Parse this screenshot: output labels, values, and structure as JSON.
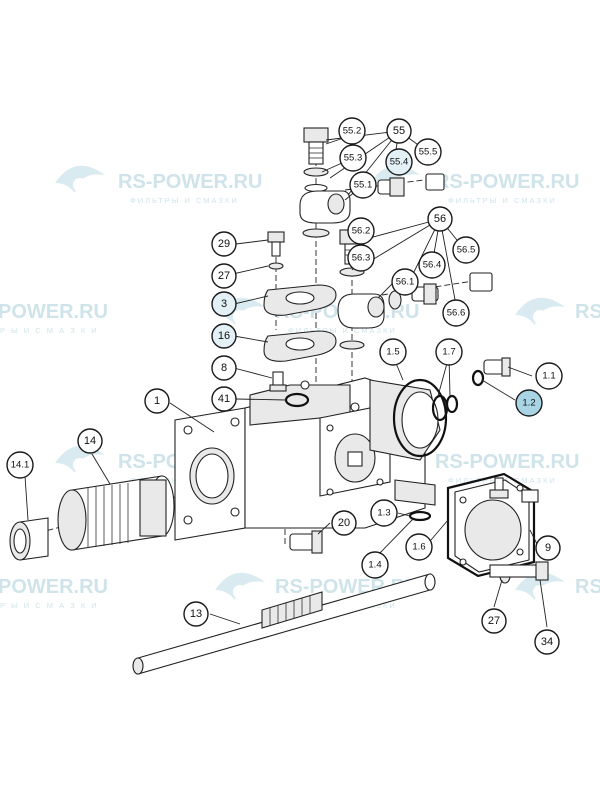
{
  "brand": {
    "name": "RS-POWER.RU",
    "partial_name": "POWER.RU",
    "tagline": "ФИЛЬТРЫ И СМАЗКИ",
    "partial_tagline": "Р Ы  И  С М А З К И",
    "accent_color": "#cfe4ea"
  },
  "highlight_color": "#a9d4e4",
  "callouts": [
    {
      "id": "55.2",
      "label": "55.2"
    },
    {
      "id": "55",
      "label": "55"
    },
    {
      "id": "55.3",
      "label": "55.3"
    },
    {
      "id": "55.4",
      "label": "55.4"
    },
    {
      "id": "55.5",
      "label": "55.5"
    },
    {
      "id": "55.1",
      "label": "55.1"
    },
    {
      "id": "56",
      "label": "56"
    },
    {
      "id": "56.2",
      "label": "56.2"
    },
    {
      "id": "56.3",
      "label": "56.3"
    },
    {
      "id": "56.5",
      "label": "56.5"
    },
    {
      "id": "56.4",
      "label": "56.4"
    },
    {
      "id": "56.1",
      "label": "56.1"
    },
    {
      "id": "56.6",
      "label": "56.6"
    },
    {
      "id": "29",
      "label": "29"
    },
    {
      "id": "27a",
      "label": "27"
    },
    {
      "id": "3",
      "label": "3"
    },
    {
      "id": "16",
      "label": "16"
    },
    {
      "id": "8",
      "label": "8"
    },
    {
      "id": "41",
      "label": "41"
    },
    {
      "id": "1",
      "label": "1"
    },
    {
      "id": "1.5",
      "label": "1.5"
    },
    {
      "id": "1.7",
      "label": "1.7"
    },
    {
      "id": "1.1",
      "label": "1.1"
    },
    {
      "id": "1.2",
      "label": "1.2"
    },
    {
      "id": "14",
      "label": "14"
    },
    {
      "id": "14.1",
      "label": "14.1"
    },
    {
      "id": "20",
      "label": "20"
    },
    {
      "id": "1.3",
      "label": "1.3"
    },
    {
      "id": "1.4",
      "label": "1.4"
    },
    {
      "id": "1.6",
      "label": "1.6"
    },
    {
      "id": "9",
      "label": "9"
    },
    {
      "id": "27b",
      "label": "27"
    },
    {
      "id": "34",
      "label": "34"
    },
    {
      "id": "13",
      "label": "13"
    }
  ]
}
